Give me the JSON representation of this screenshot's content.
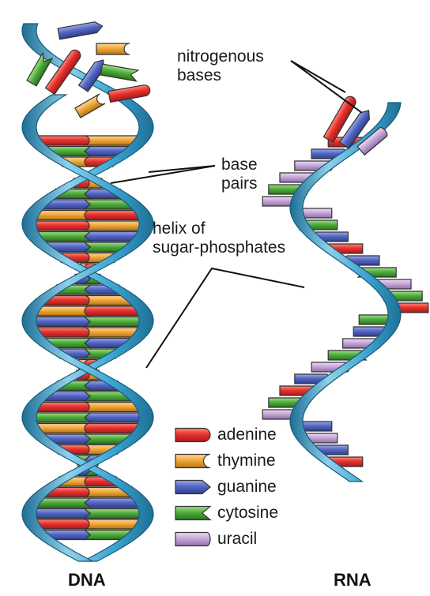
{
  "labels": {
    "nitrogenous_line1": "nitrogenous",
    "nitrogenous_line2": "bases",
    "base_pairs_line1": "base",
    "base_pairs_line2": "pairs",
    "helix_line1": "helix of",
    "helix_line2": "sugar-phosphates"
  },
  "titles": {
    "dna": "DNA",
    "rna": "RNA"
  },
  "legend": [
    {
      "name": "adenine",
      "color": "#e8312f",
      "icon": "adenine-icon"
    },
    {
      "name": "thymine",
      "color": "#f2a93b",
      "icon": "thymine-icon"
    },
    {
      "name": "guanine",
      "color": "#5567c4",
      "icon": "guanine-icon"
    },
    {
      "name": "cytosine",
      "color": "#4fae3d",
      "icon": "cytosine-icon"
    },
    {
      "name": "uracil",
      "color": "#c7a8d9",
      "icon": "uracil-icon"
    }
  ],
  "colors": {
    "backbone": "#3aa3cf",
    "backbone_dark": "#1e6f96",
    "backbone_light": "#8fd0ea"
  }
}
